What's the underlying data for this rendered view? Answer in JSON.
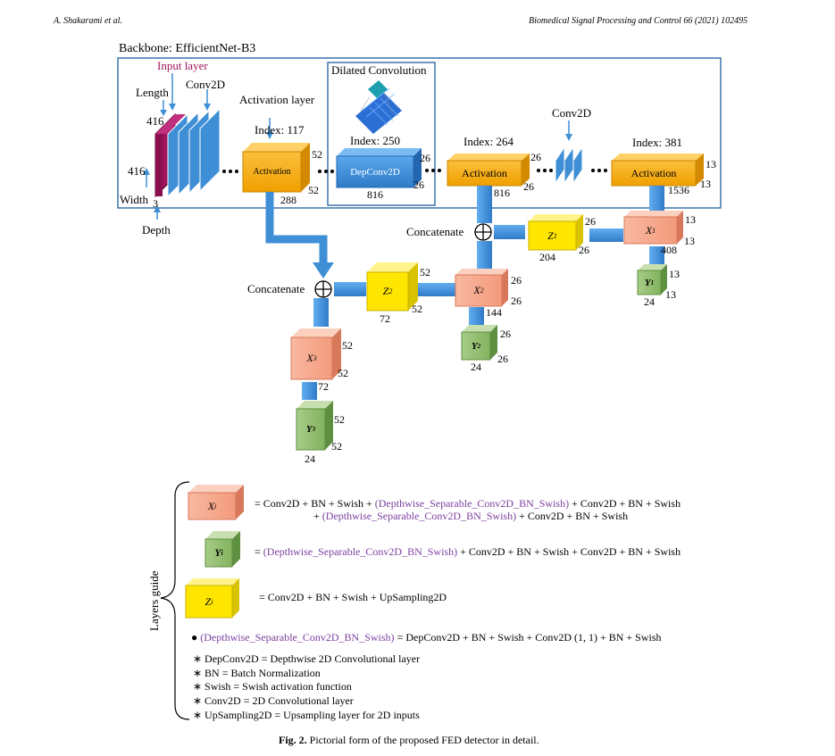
{
  "header": {
    "author": "A. Shakarami et al.",
    "journal": "Biomedical Signal Processing and Control 66 (2021) 102495"
  },
  "backbone": {
    "title": "Backbone: EfficientNet-B3",
    "input_layer": "Input layer",
    "conv2d_top": "Conv2D",
    "length_label": "Length",
    "length_val": "416",
    "width_val": "416",
    "width_label": "Width",
    "depth_val": "3",
    "depth_label": "Depth",
    "activation_layer": "Activation layer",
    "index_117": "Index: 117",
    "act1_label": "Activation",
    "act1_right_top": "52",
    "act1_right_bottom": "52",
    "act1_bottom": "288",
    "dilated_title": "Dilated Convolution",
    "index_250": "Index: 250",
    "depconv_label": "DepConv2D",
    "depconv_right_top": "26",
    "depconv_right_bottom": "26",
    "depconv_bottom": "816",
    "index_264": "Index: 264",
    "act2_label": "Activation",
    "act2_right_top": "26",
    "act2_right_bottom": "26",
    "act2_bottom": "816",
    "conv2d_right": "Conv2D",
    "index_381": "Index: 381",
    "act3_label": "Activation",
    "act3_right_top": "13",
    "act3_right_bottom": "13",
    "act3_bottom": "1536"
  },
  "head": {
    "concat1": "Concatenate",
    "concat2": "Concatenate",
    "z1_label": "Z",
    "z1_sub": "1",
    "z1_right_top": "26",
    "z1_right_bottom": "26",
    "z1_bottom": "204",
    "x1_label": "X",
    "x1_sub": "1",
    "x1_right_top": "13",
    "x1_right_bottom": "13",
    "x1_bottom": "408",
    "y1_label": "Y",
    "y1_sub": "1",
    "y1_right_top": "13",
    "y1_right_bottom": "13",
    "y1_bottom": "24",
    "z2_label": "Z",
    "z2_sub": "2",
    "z2_right_top": "52",
    "z2_right_bottom": "52",
    "z2_bottom": "72",
    "x2_label": "X",
    "x2_sub": "2",
    "x2_right_top": "26",
    "x2_right_bottom": "26",
    "x2_bottom": "144",
    "y2_label": "Y",
    "y2_sub": "2",
    "y2_right_top": "26",
    "y2_right_bottom": "26",
    "y2_bottom": "24",
    "x3_label": "X",
    "x3_sub": "3",
    "x3_right_top": "52",
    "x3_right_bottom": "52",
    "x3_bottom": "72",
    "y3_label": "Y",
    "y3_sub": "3",
    "y3_right_top": "52",
    "y3_right_bottom": "52",
    "y3_bottom": "24"
  },
  "guide": {
    "title": "Layers guide",
    "xi_label": "X",
    "yi_label": "Y",
    "zi_label": "Z",
    "sub_i": "i",
    "xi_line1_a": "= Conv2D + BN + Swish + ",
    "xi_line1_b": "(Depthwise_Separable_Conv2D_BN_Swish)",
    "xi_line1_c": " + Conv2D + BN + Swish",
    "xi_line2_a": "+ ",
    "xi_line2_b": "(Depthwise_Separable_Conv2D_BN_Swish)",
    "xi_line2_c": " + Conv2D + BN + Swish",
    "yi_a": "= ",
    "yi_b": "(Depthwise_Separable_Conv2D_BN_Swish)",
    "yi_c": " + Conv2D + BN + Swish + Conv2D + BN + Swish",
    "zi": "= Conv2D + BN + Swish + UpSampling2D",
    "ds_bullet": "●",
    "ds_a": "(Depthwise_Separable_Conv2D_BN_Swish)",
    "ds_b": " = DepConv2D + BN + Swish + Conv2D (1, 1) + BN + Swish",
    "defs": [
      "∗ DepConv2D = Depthwise 2D Convolutional layer",
      "∗ BN = Batch Normalization",
      "∗ Swish = Swish activation function",
      "∗ Conv2D = 2D Convolutional layer",
      "∗ UpSampling2D = Upsampling layer for 2D inputs"
    ]
  },
  "caption": {
    "fig": "Fig. 2.",
    "text": " Pictorial form of the proposed FED detector in detail."
  },
  "colors": {
    "orange": "#f5a623",
    "yellow": "#ffe600",
    "salmon": "#f7a98a",
    "green": "#8fbc6a",
    "blue": "#3f8fd6",
    "magenta": "#a0145c",
    "purple": "#7b3f9e"
  }
}
